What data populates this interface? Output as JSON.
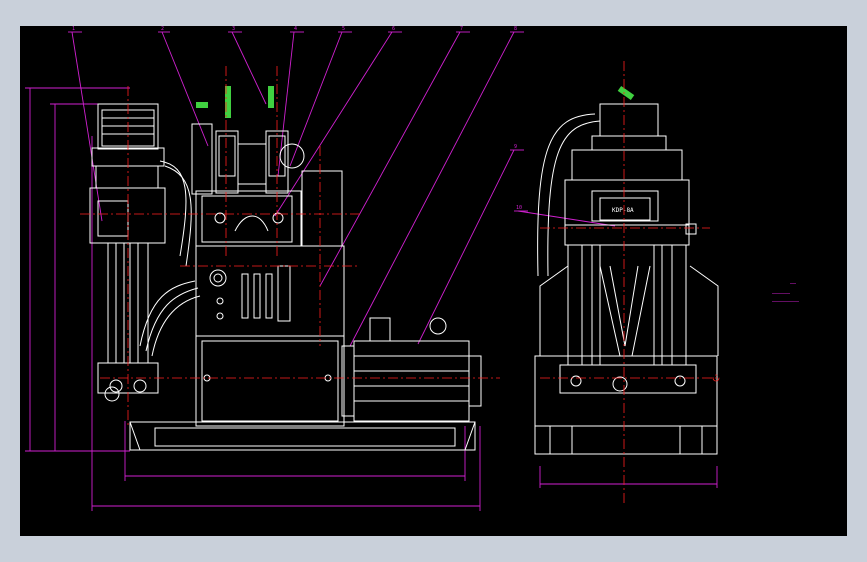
{
  "viewer": {
    "background": "#c9d0da",
    "canvas_background": "#000000"
  },
  "drawing": {
    "colors": {
      "outline": "#ffffff",
      "centerline": "#ff2020",
      "dimension": "#d020d0",
      "handle": "#40d040"
    },
    "balloons": [
      "1",
      "2",
      "3",
      "4",
      "5",
      "6",
      "7",
      "8",
      "9",
      "10"
    ],
    "panel_label": "KDP-8A",
    "notes": [
      "……",
      "………………",
      "………………………"
    ]
  }
}
